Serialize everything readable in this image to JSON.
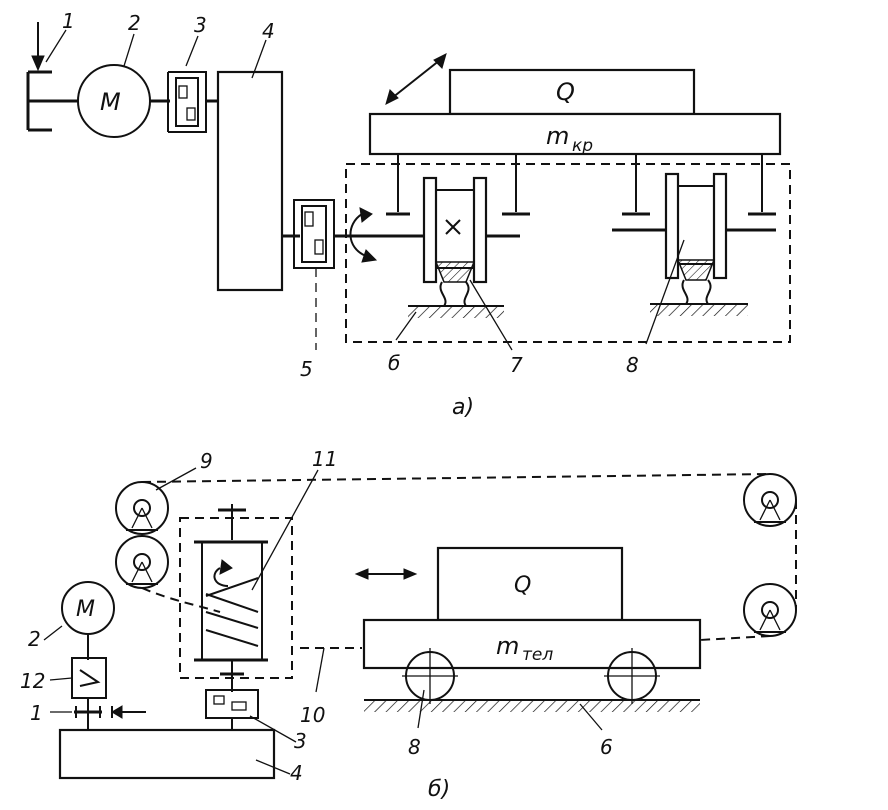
{
  "diagram_a": {
    "caption": "а)",
    "labels": {
      "n1": "1",
      "n2": "2",
      "n3": "3",
      "n4": "4",
      "n5": "5",
      "n6": "б",
      "n7": "7",
      "n8": "8"
    },
    "motor": "M",
    "load": "Q",
    "mass_main": "m",
    "mass_sub": "кр"
  },
  "diagram_b": {
    "caption": "б)",
    "labels": {
      "n9": "9",
      "n11": "11",
      "n2": "2",
      "n12": "12",
      "n1": "1",
      "n10": "10",
      "n3": "3",
      "n4": "4",
      "n8": "8",
      "n6": "6"
    },
    "motor": "M",
    "load": "Q",
    "mass_main": "m",
    "mass_sub": "тел"
  }
}
